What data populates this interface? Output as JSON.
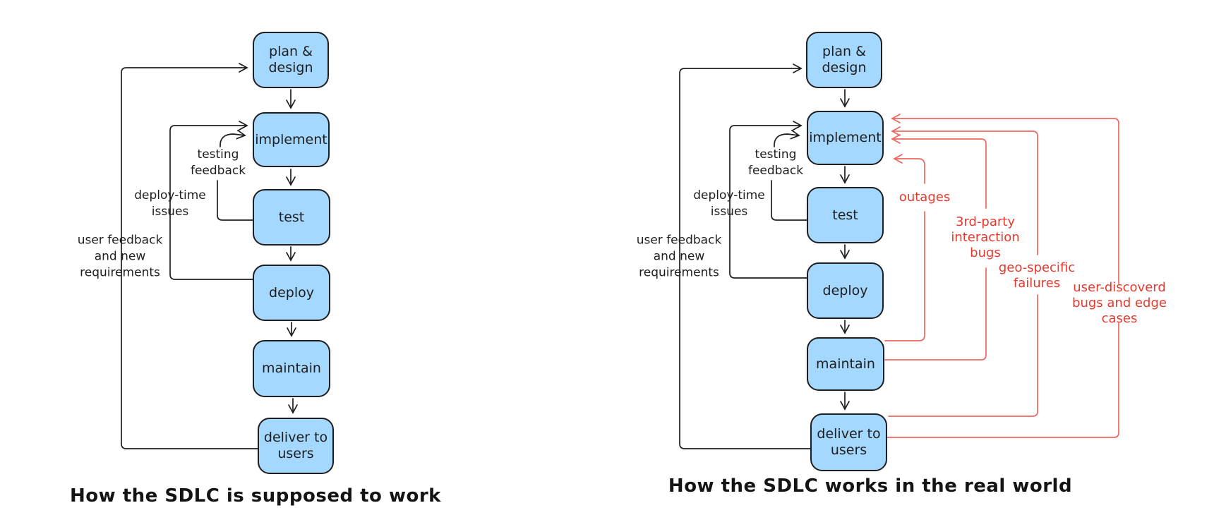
{
  "colors": {
    "background": "#ffffff",
    "node_fill": "#a5d8ff",
    "node_border": "#1e1e1e",
    "black_ink": "#1e1e1e",
    "red_text": "#e8392d",
    "red_line": "#f0655f"
  },
  "panels": [
    {
      "title": "How the SDLC is supposed to work",
      "nodes": [
        {
          "id": "plan-design",
          "label": "plan &\ndesign"
        },
        {
          "id": "implement",
          "label": "implement"
        },
        {
          "id": "test",
          "label": "test"
        },
        {
          "id": "deploy",
          "label": "deploy"
        },
        {
          "id": "maintain",
          "label": "maintain"
        },
        {
          "id": "deliver-to-users",
          "label": "deliver to\nusers"
        }
      ],
      "edge_labels": [
        {
          "id": "testing-feedback",
          "text": "testing\nfeedback"
        },
        {
          "id": "deploy-time-issues",
          "text": "deploy-time\nissues"
        },
        {
          "id": "user-feedback",
          "text": "user feedback\nand new\nrequirements"
        }
      ]
    },
    {
      "title": "How the SDLC works in the real world",
      "nodes": [
        {
          "id": "plan-design",
          "label": "plan &\ndesign"
        },
        {
          "id": "implement",
          "label": "implement"
        },
        {
          "id": "test",
          "label": "test"
        },
        {
          "id": "deploy",
          "label": "deploy"
        },
        {
          "id": "maintain",
          "label": "maintain"
        },
        {
          "id": "deliver-to-users",
          "label": "deliver to\nusers"
        }
      ],
      "edge_labels": [
        {
          "id": "testing-feedback",
          "text": "testing\nfeedback"
        },
        {
          "id": "deploy-time-issues",
          "text": "deploy-time\nissues"
        },
        {
          "id": "user-feedback",
          "text": "user feedback\nand new\nrequirements"
        }
      ],
      "failure_labels": [
        {
          "id": "outages",
          "text": "outages"
        },
        {
          "id": "third-party-bugs",
          "text": "3rd-party\ninteraction\nbugs"
        },
        {
          "id": "geo-specific-failures",
          "text": "geo-specific\nfailures"
        },
        {
          "id": "user-discovered-bugs",
          "text": "user-discoverd\nbugs and edge cases"
        }
      ]
    }
  ]
}
